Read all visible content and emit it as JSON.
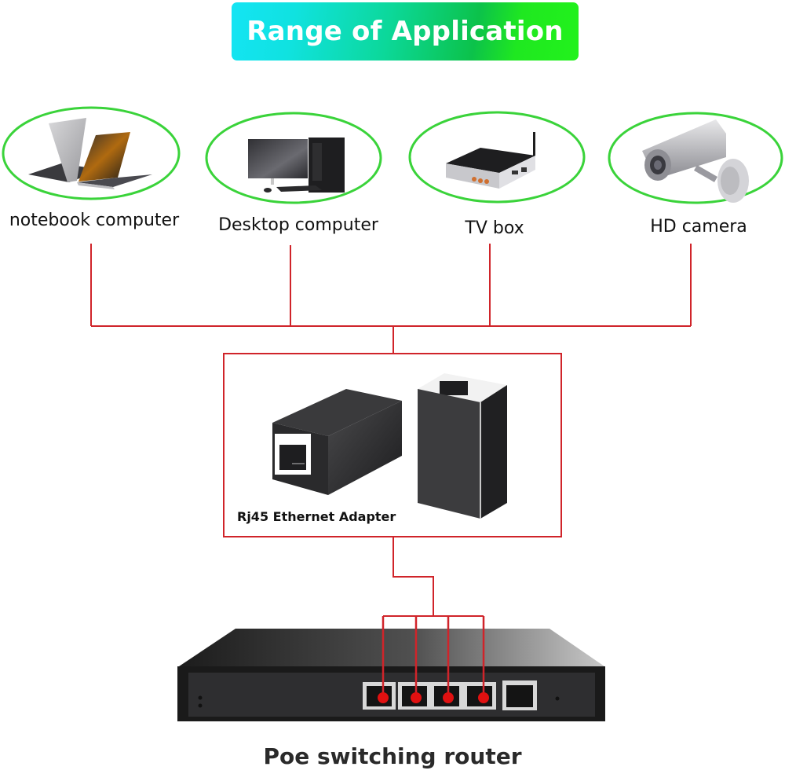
{
  "title": "Range of Application",
  "devices": [
    {
      "label": "notebook computer",
      "icon": "laptop-icon"
    },
    {
      "label": "Desktop computer",
      "icon": "desktop-computer-icon"
    },
    {
      "label": "TV box",
      "icon": "tv-box-icon"
    },
    {
      "label": "HD camera",
      "icon": "cctv-camera-icon"
    }
  ],
  "adapter": {
    "label": "Rj45 Ethernet Adapter",
    "icon": "rj45-coupler-icon"
  },
  "router": {
    "label": "Poe switching router",
    "icon": "router-icon",
    "connected_ports": 4,
    "total_ports": 5
  },
  "colors": {
    "ellipse": "#3ad33a",
    "connector_line": "#d0242a",
    "port_dot": "#e01010",
    "banner_start": "#14e4f4",
    "banner_end": "#22f21c"
  }
}
